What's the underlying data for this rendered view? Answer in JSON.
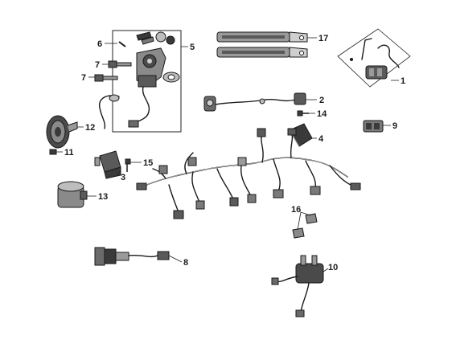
{
  "callouts": {
    "c1": "1",
    "c2": "2",
    "c3": "3",
    "c4": "4",
    "c5": "5",
    "c6": "6",
    "c7a": "7",
    "c7b": "7",
    "c8": "8",
    "c9": "9",
    "c10": "10",
    "c11": "11",
    "c12": "12",
    "c13": "13",
    "c14": "14",
    "c15": "15",
    "c16": "16",
    "c17": "17"
  },
  "colors": {
    "line": "#1a1a1a",
    "shade_dark": "#3a3a3a",
    "shade_mid": "#7a7a7a",
    "shade_light": "#bdbdbd",
    "background": "#ffffff"
  }
}
